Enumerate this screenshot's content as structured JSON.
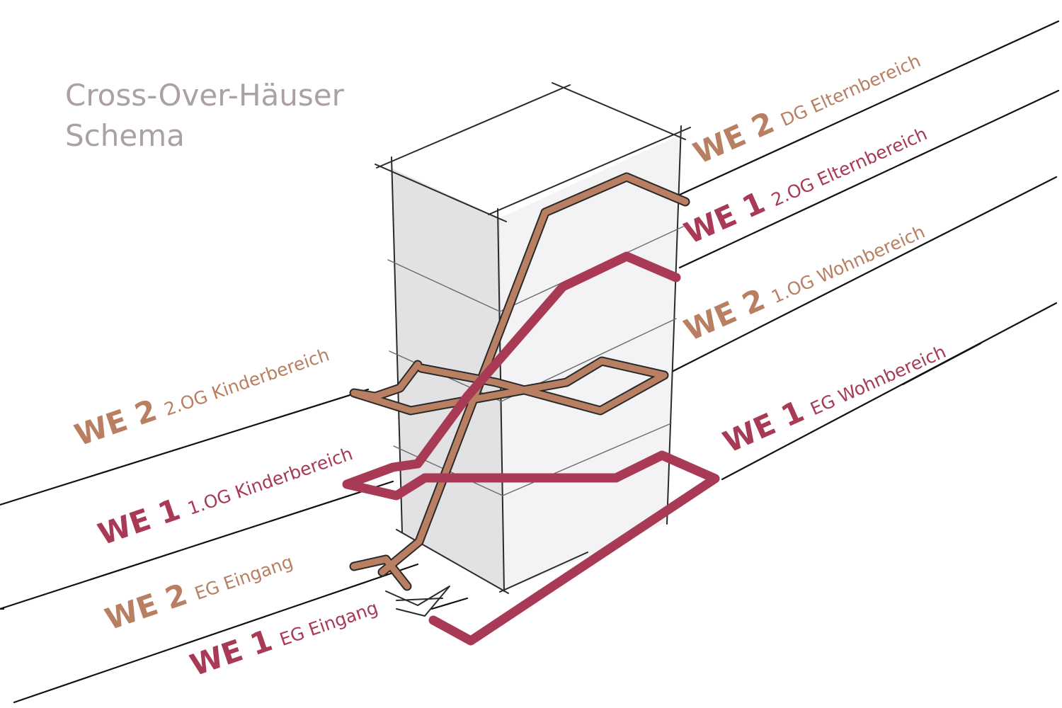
{
  "title": {
    "line1": "Cross-Over-Häuser",
    "line2": "Schema"
  },
  "colors": {
    "we1": "#a83a55",
    "we2": "#b97f62",
    "title": "#aba1a0",
    "building_fill": "#e4e4e6",
    "line": "#111111"
  },
  "labels": [
    {
      "id": "we2-dg-elternbereich",
      "unit": "WE 2",
      "area": "DG Elternbereich",
      "tone": "we2"
    },
    {
      "id": "we1-2og-elternbereich",
      "unit": "WE 1",
      "area": "2.OG Elternbereich",
      "tone": "we1"
    },
    {
      "id": "we2-1og-wohnbereich",
      "unit": "WE 2",
      "area": "1.OG Wohnbereich",
      "tone": "we2"
    },
    {
      "id": "we1-eg-wohnbereich",
      "unit": "WE 1",
      "area": "EG Wohnbereich",
      "tone": "we1"
    },
    {
      "id": "we2-2og-kinderbereich",
      "unit": "WE 2",
      "area": "2.OG Kinderbereich",
      "tone": "we2"
    },
    {
      "id": "we1-1og-kinderbereich",
      "unit": "WE 1",
      "area": "1.OG Kinderbereich",
      "tone": "we1"
    },
    {
      "id": "we2-eg-eingang",
      "unit": "WE 2",
      "area": "EG Eingang",
      "tone": "we2"
    },
    {
      "id": "we1-eg-eingang",
      "unit": "WE 1",
      "area": "EG Eingang",
      "tone": "we1"
    }
  ]
}
